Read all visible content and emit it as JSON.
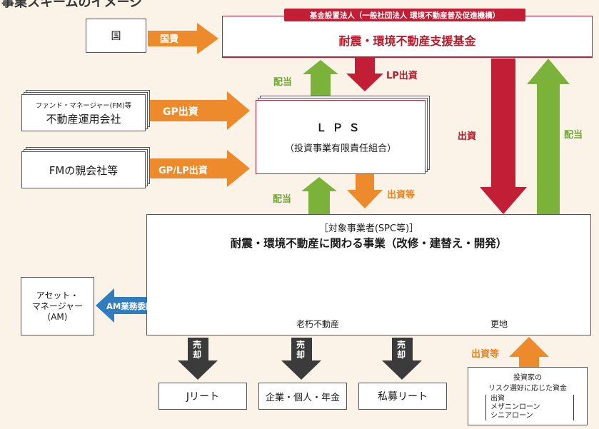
{
  "header_partial": "事業スキームのイメージ",
  "fund": {
    "org_tag": "基金設置法人（一般社団法人 環境不動産普及促進機構）",
    "name": "耐震・環境不動産支援基金"
  },
  "gov": {
    "label": "国",
    "arrow_label": "国費"
  },
  "lps": {
    "title": "ＬＰＳ",
    "subtitle": "（投資事業有限責任組合）"
  },
  "fm_company": {
    "small": "ファンド・マネージャー(FM)等",
    "large": "不動産運用会社",
    "arrow_label": "GP出資"
  },
  "fm_parent": {
    "label": "FMの親会社等",
    "arrow_label": "GP/LP出資"
  },
  "flows": {
    "dividend_fund_from_lps": "配当",
    "lp_investment": "LP出資",
    "investment_to_spc": "出資",
    "dividend_fund_from_spc": "配当",
    "dividend_lps": "配当",
    "investment_etc_lps": "出資等",
    "investment_etc_investor": "出資等"
  },
  "spc": {
    "tag": "［対象事業者(SPC等)］",
    "title": "耐震・環境不動産に関わる事業（改修・建替え・開発）",
    "aging_label": "老朽不動産",
    "vacant_label": "更地"
  },
  "am": {
    "line1": "アセット・",
    "line2": "マネージャー",
    "line3": "(AM)",
    "arrow_label": "AM業務委託"
  },
  "sales": {
    "sale_char1": "売",
    "sale_char2": "却",
    "targets": [
      "Jリート",
      "企業・個人・年金",
      "私募リート"
    ]
  },
  "investors": {
    "title1": "投資家の",
    "title2": "リスク選好に応じた資金",
    "items": [
      "出資",
      "メザニンローン",
      "シニアローン"
    ]
  },
  "colors": {
    "red": "#c21e35",
    "green": "#7bb33a",
    "orange": "#ed8a2b",
    "blue": "#2f7dbf",
    "gray": "#3b3b3b",
    "tan": "#d9c8a4"
  }
}
